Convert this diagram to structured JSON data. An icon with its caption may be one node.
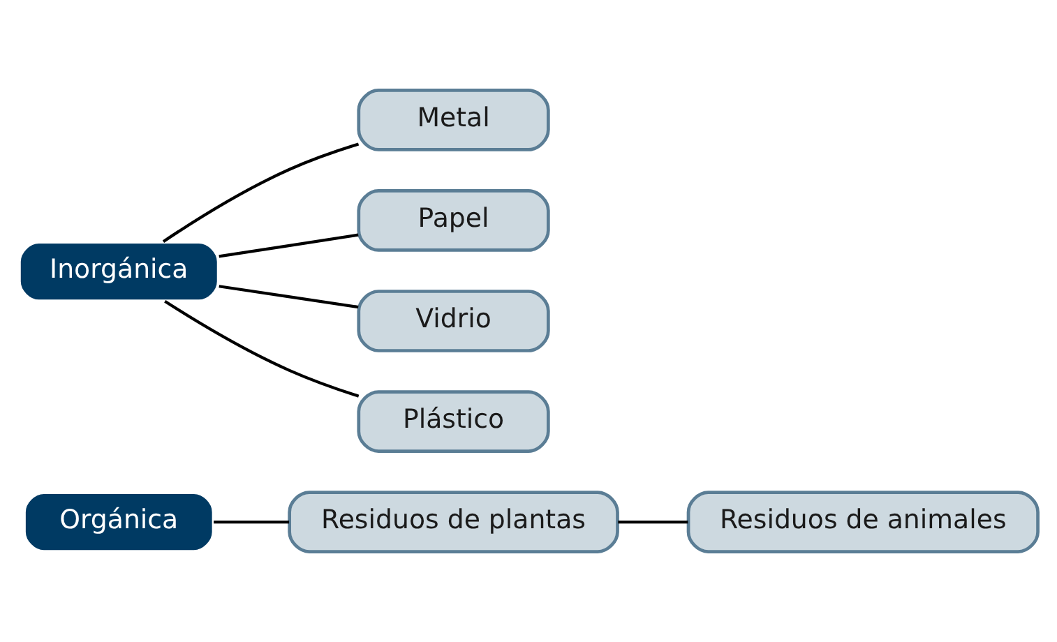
{
  "diagram": {
    "nodes": [
      {
        "text": [
          "Orgánica"
        ]
      },
      {
        "text": [
          "Residuos de plantas"
        ]
      },
      {
        "text": [
          "Residuos de animales"
        ]
      },
      {
        "text": [
          "Inorgánica"
        ]
      },
      {
        "text": [
          "Metal"
        ]
      },
      {
        "text": [
          "Papel"
        ]
      },
      {
        "text": [
          "Vidrio"
        ]
      },
      {
        "text": [
          "Plástico"
        ]
      }
    ],
    "edges": [
      {
        "from": 0,
        "to": 1,
        "arrow": "none"
      },
      {
        "from": 1,
        "to": 2,
        "arrow": "none"
      },
      {
        "from": 3,
        "to": 5,
        "arrow": "none"
      },
      {
        "from": 3,
        "to": 4,
        "arrow": "none"
      },
      {
        "from": 3,
        "to": 6,
        "arrow": "none"
      },
      {
        "from": 3,
        "to": 7,
        "arrow": "none"
      }
    ]
  }
}
